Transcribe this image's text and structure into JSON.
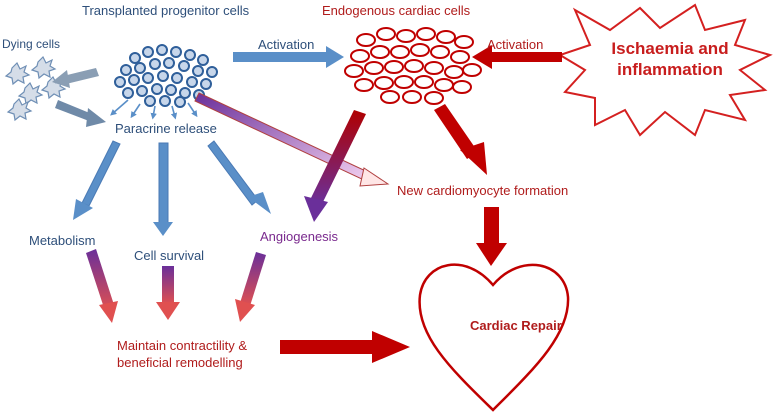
{
  "labels": {
    "transplanted": "Transplanted progenitor cells",
    "endogenous": "Endogenous cardiac cells",
    "dying": "Dying cells",
    "activation_left": "Activation",
    "activation_right": "Activation",
    "ischaemia_line1": "Ischaemia and",
    "ischaemia_line2": "inflammation",
    "paracrine": "Paracrine release",
    "new_cardio": "New cardiomyocyte formation",
    "metabolism": "Metabolism",
    "cell_survival": "Cell survival",
    "angiogenesis": "Angiogenesis",
    "maintain_line1": "Maintain contractility &",
    "maintain_line2": "beneficial remodelling",
    "cardiac_repair": "Cardiac Repair"
  },
  "colors": {
    "blue_text": "#2e4f7a",
    "red_text": "#b01c1c",
    "purple_text": "#7a2a8e",
    "blue_arrow": "#5a8fc8",
    "red_arrow": "#c00000",
    "burst_outline": "#d42020"
  }
}
